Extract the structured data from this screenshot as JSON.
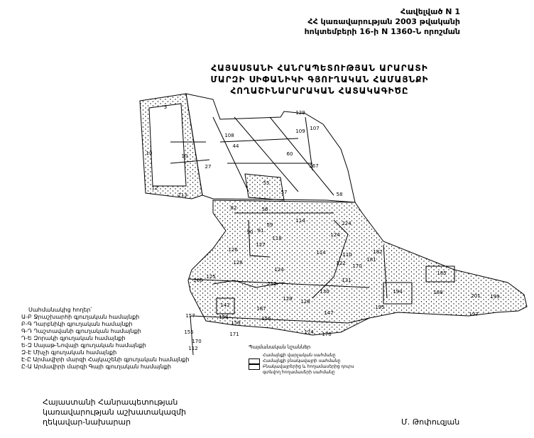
{
  "annex": {
    "line1": "Հավելված N 1",
    "line2": "ՀՀ կառավարության 2003 թվականի",
    "line3": "հոկտեմբերի 16-ի N 1360-Ն որոշման"
  },
  "title": {
    "line1": "ՀԱՅԱՍՏԱՆԻ ՀԱՆՐԱՊԵՏՈՒԹՅԱՆ ԱՐԱՐԱՏԻ",
    "line2": "ՄԱՐԶԻ ՍԻՓԱՆԻԿԻ ԳՅՈՒՂԱԿԱՆ ՀԱՄԱՅՆՔԻ",
    "line3": "ՀՈՂԱՇԻՆԱՐԱՐԱԿԱՆ ՀԱՏԱԿԱԳԻԾԸ"
  },
  "map": {
    "parcel_labels": [
      "3",
      "10",
      "12",
      "213",
      "129",
      "109",
      "107",
      "108",
      "44",
      "60",
      "10",
      "27",
      "267",
      "55",
      "57",
      "58",
      "56",
      "82",
      "59",
      "114",
      "224",
      "90",
      "91",
      "118",
      "124",
      "127",
      "114",
      "110",
      "182",
      "181",
      "126",
      "128",
      "124",
      "122",
      "170",
      "125",
      "212",
      "131",
      "130",
      "194",
      "185",
      "188",
      "201",
      "199",
      "129",
      "128",
      "142",
      "187",
      "147",
      "158",
      "156",
      "159",
      "171",
      "174",
      "176",
      "195",
      "197",
      "155",
      "170",
      "112",
      "157",
      "206"
    ]
  },
  "legend": {
    "heading": "Սահմանակից հողեր՝",
    "items": [
      "Ա-Բ Ջրաշխարհի գյուղական համայնքի",
      "Բ-Գ Դարբնիկի գյուղական համայնքի",
      "Գ-Դ Դաշտավանի գյուղական համայնքի",
      "Դ-Ե Զորակի գյուղական համայնքի",
      "Ե-Զ Սայաթ-Նովայի գյուղական համայնքի",
      "Զ-Է Մխչի գյուղական համայնքի",
      "Է-Ը Արմավիրի մարզի Հայկաշենի գյուղական համայնքի",
      "Ը-Ա Արմավիրի մարզի Գայի գյուղական համայնքի"
    ]
  },
  "symbols": {
    "heading": "Պայմանական նշաններ",
    "items": [
      "Համայնքի վարչական սահմանը",
      "Համայնքի բնակավայրի սահմանը",
      "Բնակավայրերից և հողամասերից դուրս",
      "գտնվող հողամասերի սահմանը"
    ]
  },
  "signature": {
    "line1": "Հայաստանի Հանրապետության",
    "line2": "կառավարության աշխատակազմի",
    "line3": "ղեկավար-նախարար",
    "name": "Մ. Թոփուզյան"
  }
}
